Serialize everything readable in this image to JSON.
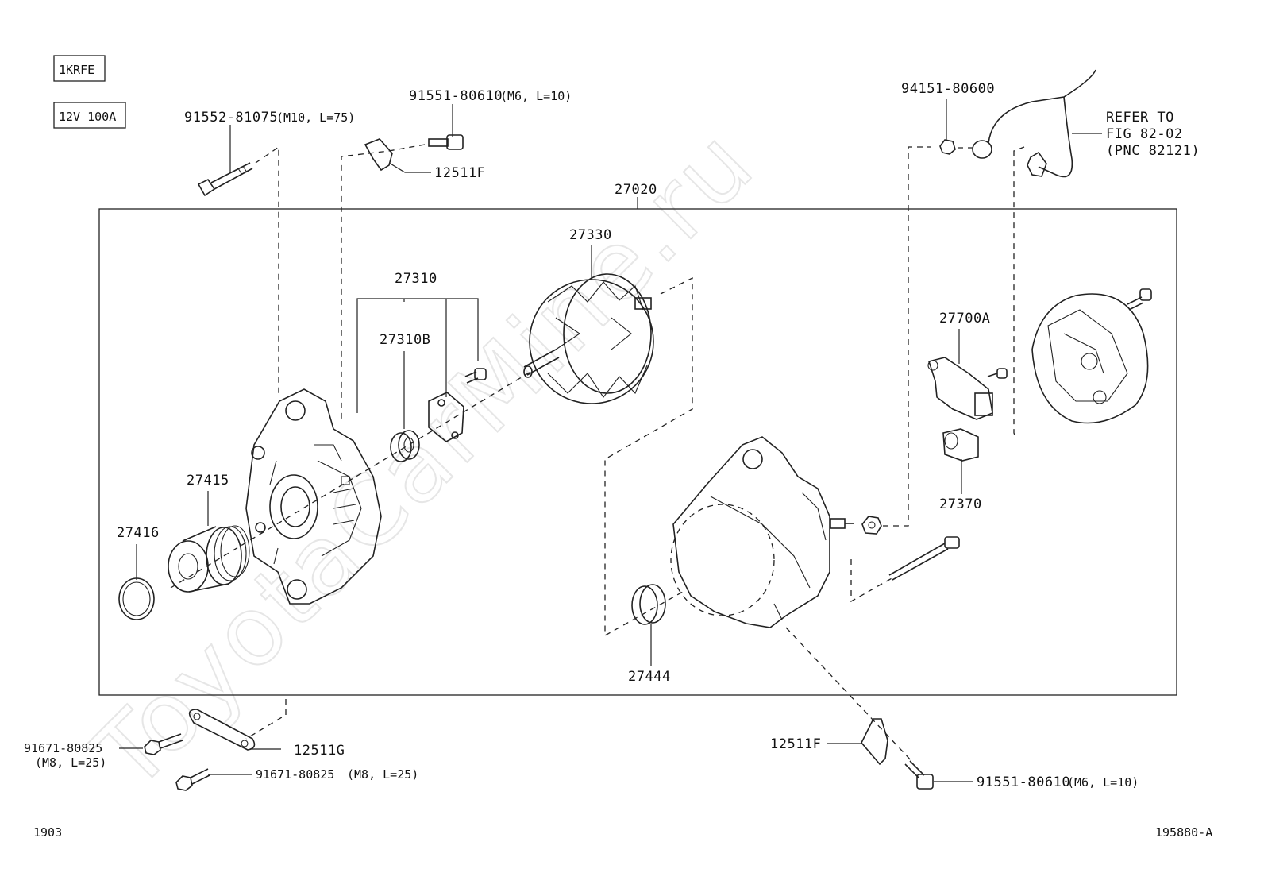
{
  "tags": {
    "engine": "1KRFE",
    "spec": "12V 100A"
  },
  "watermark": "ToyotaCarMine.ru",
  "footer": {
    "left": "1903",
    "right": "195880-A"
  },
  "refer_note": {
    "line1": "REFER TO",
    "line2": "FIG 82-02",
    "line3": "(PNC 82121)"
  },
  "parts": {
    "p27020": "27020",
    "p27330": "27330",
    "p27310": "27310",
    "p27310B": "27310B",
    "p27415": "27415",
    "p27416": "27416",
    "p27444": "27444",
    "p27700A": "27700A",
    "p27370": "27370",
    "p12511F_top": "12511F",
    "p12511F_bottom": "12511F",
    "p12511G": "12511G",
    "bolt_91552": {
      "pn": "91552-81075",
      "spec": "(M10, L=75)"
    },
    "bolt_91551_top": {
      "pn": "91551-80610",
      "spec": "(M6, L=10)"
    },
    "nut_94151": {
      "pn": "94151-80600"
    },
    "bolt_91671_left": {
      "pn": "91671-80825",
      "spec": "(M8, L=25)"
    },
    "bolt_91671_mid": {
      "pn": "91671-80825",
      "spec": "(M8, L=25)"
    },
    "bolt_91551_bottom": {
      "pn": "91551-80610",
      "spec": "(M6, L=10)"
    }
  }
}
